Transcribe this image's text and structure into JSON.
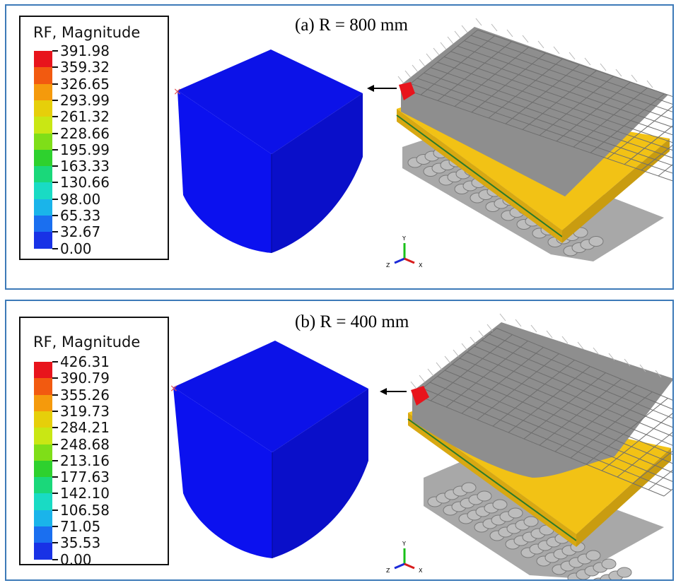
{
  "panels": [
    {
      "caption": "(a) R = 800 mm",
      "legend_title": "RF, Magnitude",
      "legend_values": [
        "391.98",
        "359.32",
        "326.65",
        "293.99",
        "261.32",
        "228.66",
        "195.99",
        "163.33",
        "130.66",
        "98.00",
        "65.33",
        "32.67",
        "0.00"
      ]
    },
    {
      "caption": "(b) R = 400 mm",
      "legend_title": "RF, Magnitude",
      "legend_values": [
        "426.31",
        "390.79",
        "355.26",
        "319.73",
        "284.21",
        "248.68",
        "213.16",
        "177.63",
        "142.10",
        "106.58",
        "71.05",
        "35.53",
        "0.00"
      ]
    }
  ],
  "legend_colors": [
    "#e8141c",
    "#f25a10",
    "#f59a0c",
    "#e6cf0a",
    "#c9e714",
    "#7fde18",
    "#2ed12e",
    "#1ad87a",
    "#19dbc4",
    "#1ab4ea",
    "#1a6ff0",
    "#1832e6"
  ],
  "colors": {
    "block_front": "#0b11ef",
    "block_side": "#0a0fc9",
    "block_top": "#0c12e8",
    "impactor": "#9a9a9a",
    "plate": "#f2c215",
    "frame_border": "#3d7ab8"
  },
  "axis_triad": {
    "x": "X",
    "y": "Y",
    "z": "Z"
  }
}
